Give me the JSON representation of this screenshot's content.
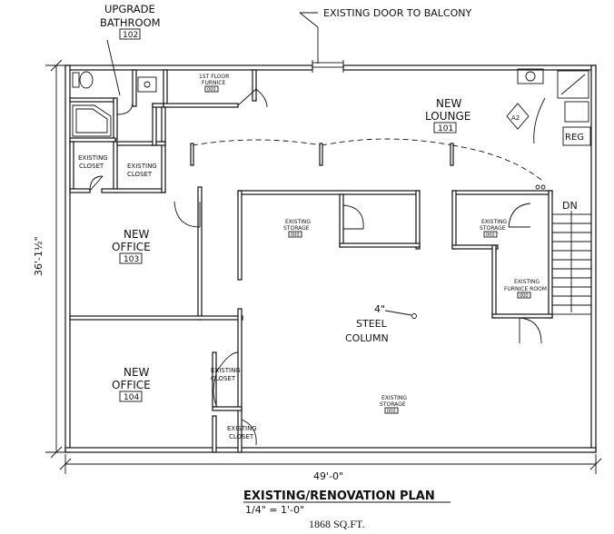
{
  "callouts": {
    "upgrade_line1": "UPGRADE",
    "upgrade_line2": "BATHROOM",
    "upgrade_room_no": "102",
    "balcony_door": "EXISTING DOOR TO BALCONY"
  },
  "rooms": {
    "lounge_name": "NEW",
    "lounge_name2": "LOUNGE",
    "lounge_no": "101",
    "office103_name": "NEW",
    "office103_name2": "OFFICE",
    "office103_no": "103",
    "office104_name": "NEW",
    "office104_name2": "OFFICE",
    "office104_no": "104",
    "furnace_top_line1": "1ST FLOOR",
    "furnace_top_line2": "FURNICE",
    "furnace_top_no": "000",
    "closet_a_line1": "EXISTING",
    "closet_a_line2": "CLOSET",
    "closet_b_line1": "EXISTING",
    "closet_b_line2": "CLOSET",
    "storage_mid_line1": "EXISTING",
    "storage_mid_line2": "STORAGE",
    "storage_mid_no": "000",
    "storage_right_line1": "EXISTING",
    "storage_right_line2": "STORAGE",
    "storage_right_no": "000",
    "furnace_room_line1": "EXISTING",
    "furnace_room_line2": "FURNICE ROOM",
    "furnace_room_no": "000",
    "closet_c_line1": "EXISTING",
    "closet_c_line2": "CLOSET",
    "closet_d_line1": "EXISTING",
    "closet_d_line2": "CLOSET",
    "storage_bottom_line1": "EXISTING",
    "storage_bottom_line2": "STORAGE",
    "storage_bottom_no": "000"
  },
  "labels": {
    "column_size": "4\"",
    "column_line1": "STEEL",
    "column_line2": "COLUMN",
    "stair_dn": "DN",
    "reg": "REG",
    "a2": "A2",
    "dim_width": "49'-0\"",
    "dim_depth": "36'-1½\""
  },
  "title_block": {
    "title": "EXISTING/RENOVATION PLAN",
    "scale": "1/4\" = 1'-0\"",
    "area": "1868 SQ.FT."
  }
}
